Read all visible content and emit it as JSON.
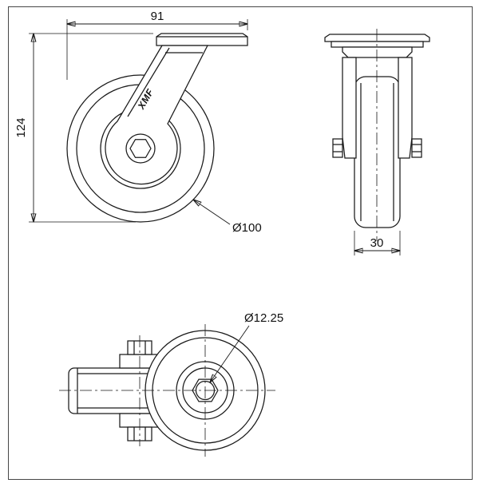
{
  "colors": {
    "line": "#1a1a1a",
    "background": "#ffffff"
  },
  "views": {
    "side": {
      "dims": {
        "overall_width": "91",
        "overall_height": "124",
        "wheel_diameter": "Ø100"
      },
      "logo": "XMF"
    },
    "front": {
      "dims": {
        "wheel_width": "30"
      }
    },
    "top": {
      "dims": {
        "bolt_hole_diameter": "Ø12.25"
      }
    }
  }
}
